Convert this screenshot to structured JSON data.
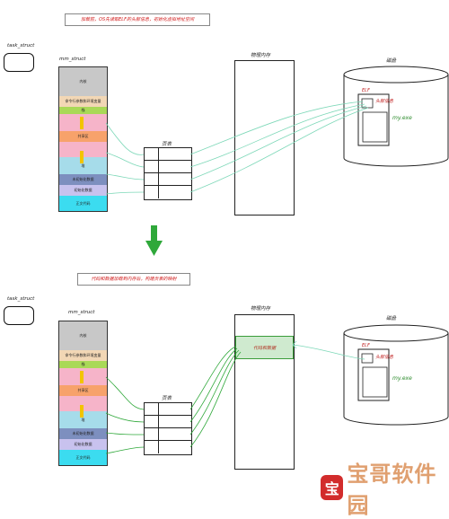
{
  "top": {
    "caption": "加载前，OS先读取ELF的头部信息，初始化虚拟地址空间",
    "task_struct": "task_struct",
    "mm_struct": "mm_struct",
    "page_table": "页表",
    "phys_mem": "物理内存",
    "disk": "磁盘",
    "elf": "ELF",
    "elf_header": "头部信息",
    "exe": "my.exe"
  },
  "bottom": {
    "caption": "代码和数据加载到内存后，构建页表的映射",
    "task_struct": "task_struct",
    "mm_struct": "mm_struct",
    "page_table": "页表",
    "phys_mem": "物理内存",
    "disk": "磁盘",
    "code_data": "代码和数据",
    "elf": "ELF",
    "elf_header": "头部信息",
    "exe": "my.exe"
  },
  "segments": [
    {
      "label": "内核",
      "color": "#c8c8c8"
    },
    {
      "label": "命令行参数和环境变量",
      "color": "#f2d7b5"
    },
    {
      "label": "栈",
      "color": "#a9d957"
    },
    {
      "label": "",
      "color": "#f6b4c9"
    },
    {
      "label": "共享区",
      "color": "#f7a26b"
    },
    {
      "label": "",
      "color": "#f6b4c9"
    },
    {
      "label": "堆",
      "color": "#a6dcea"
    },
    {
      "label": "未初始化数据",
      "color": "#7d8fbf"
    },
    {
      "label": "初始化数据",
      "color": "#c8c2ee"
    },
    {
      "label": "正文代码",
      "color": "#3bdcf0"
    }
  ],
  "watermark": "宝哥软件园",
  "watermark_logo": "宝",
  "colors": {
    "arrow_green": "#2fa83a",
    "map_line": "#7dd8b8",
    "caption_red": "#d01818"
  }
}
